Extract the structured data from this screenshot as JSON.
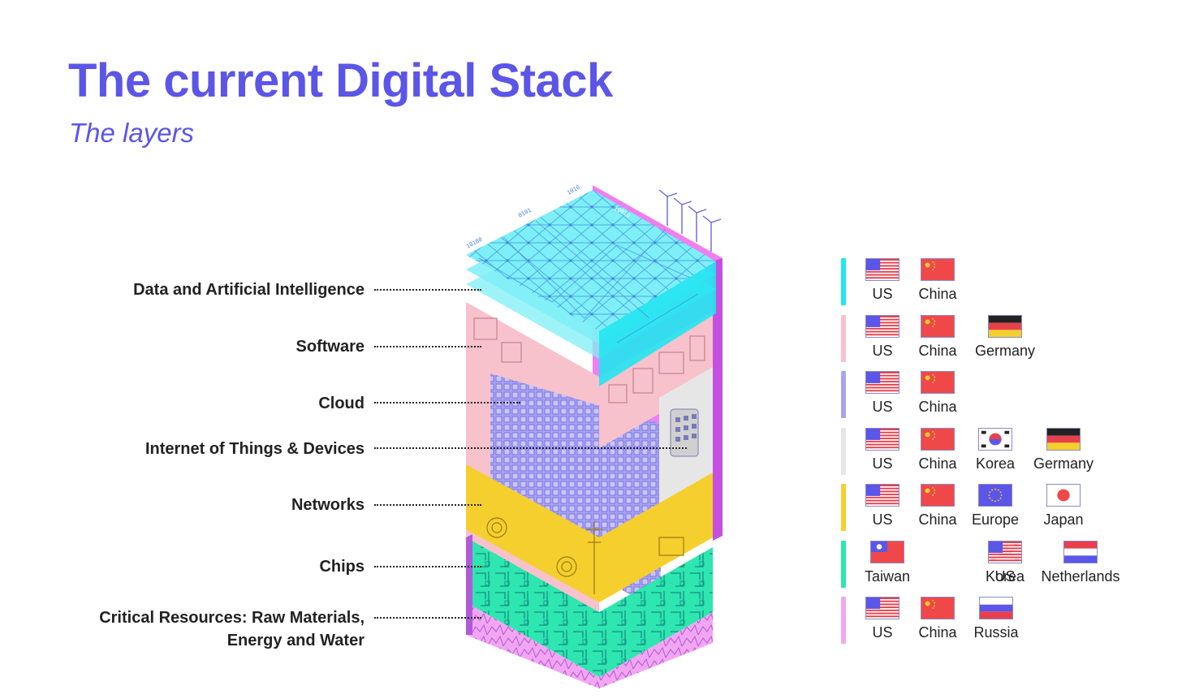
{
  "title": "The current Digital Stack",
  "subtitle": "The layers",
  "layers": [
    {
      "label": "Data and Artificial Intelligence",
      "color": "#22e6f0",
      "countries": [
        "US",
        "China"
      ]
    },
    {
      "label": "Software",
      "color": "#f7c2cc",
      "countries": [
        "US",
        "China",
        "Germany"
      ]
    },
    {
      "label": "Cloud",
      "color": "#a9a4f0",
      "countries": [
        "US",
        "China"
      ]
    },
    {
      "label": "Internet of Things & Devices",
      "color": "#e6e6e6",
      "countries": [
        "US",
        "China",
        "Korea",
        "Germany"
      ]
    },
    {
      "label": "Networks",
      "color": "#f5cf2e",
      "countries": [
        "US",
        "China",
        "Europe",
        "Japan"
      ]
    },
    {
      "label": "Chips",
      "color": "#2ee6b0",
      "countries": [
        "Taiwan",
        "Korea",
        "US",
        "Netherlands"
      ]
    },
    {
      "label_line1": "Critical Resources: Raw Materials,",
      "label_line2": "Energy and Water",
      "color": "#f2a6f2",
      "countries": [
        "US",
        "China",
        "Russia"
      ]
    }
  ],
  "illustration_marks": [
    "0101",
    "1010",
    "10100",
    "10010"
  ]
}
